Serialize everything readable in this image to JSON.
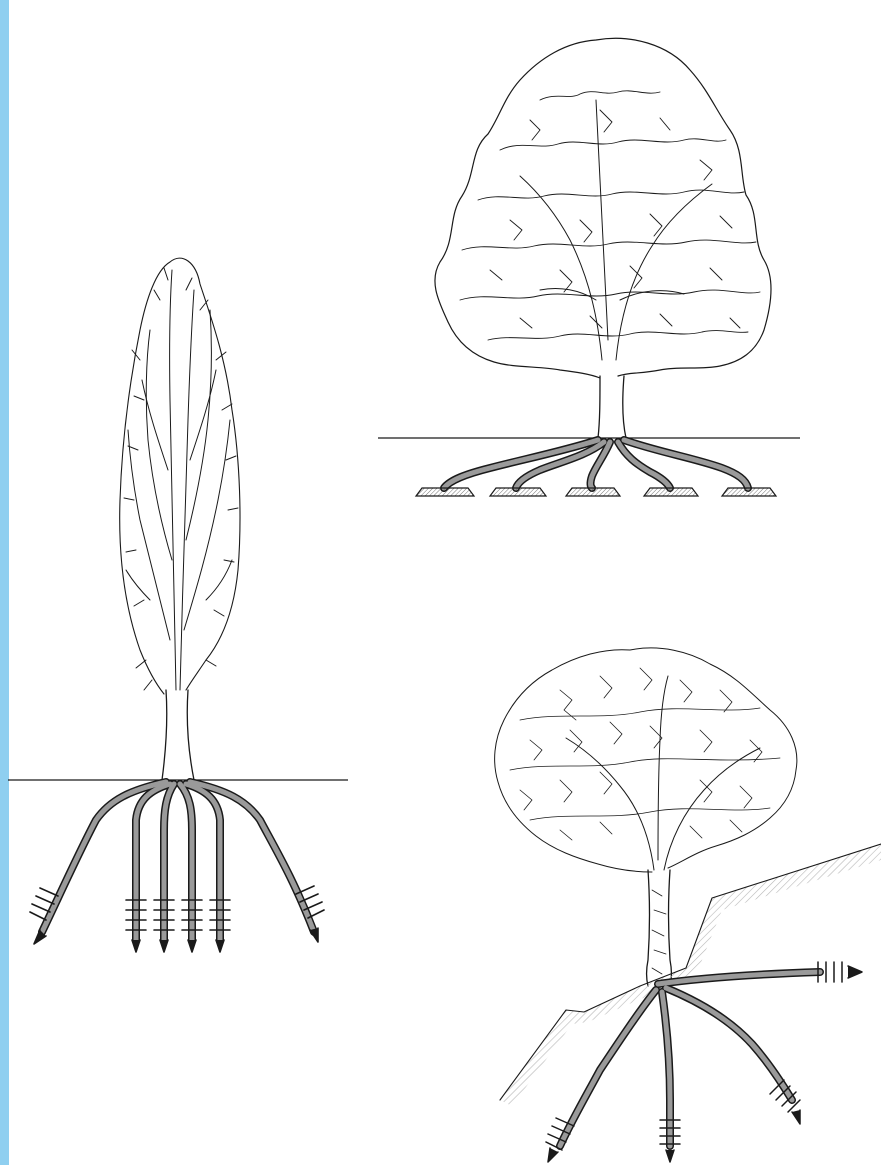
{
  "colors": {
    "edge_strip": "#8fcff0",
    "line": "#1a1a1a",
    "root_fill": "#9a9a9a",
    "plate_fill": "#9a9a9a",
    "slope_hatch": "#b8b8b8"
  },
  "figures": [
    {
      "id": "columnar-tree",
      "root_type": "vertical tap roots with anchors"
    },
    {
      "id": "broad-crown-tree",
      "root_type": "horizontal roots with plate anchors"
    },
    {
      "id": "slope-tree",
      "root_type": "radial roots on slope with anchors"
    }
  ],
  "counts": {
    "columnar_anchors": 6,
    "plate_anchors": 5,
    "slope_anchors": 4
  }
}
